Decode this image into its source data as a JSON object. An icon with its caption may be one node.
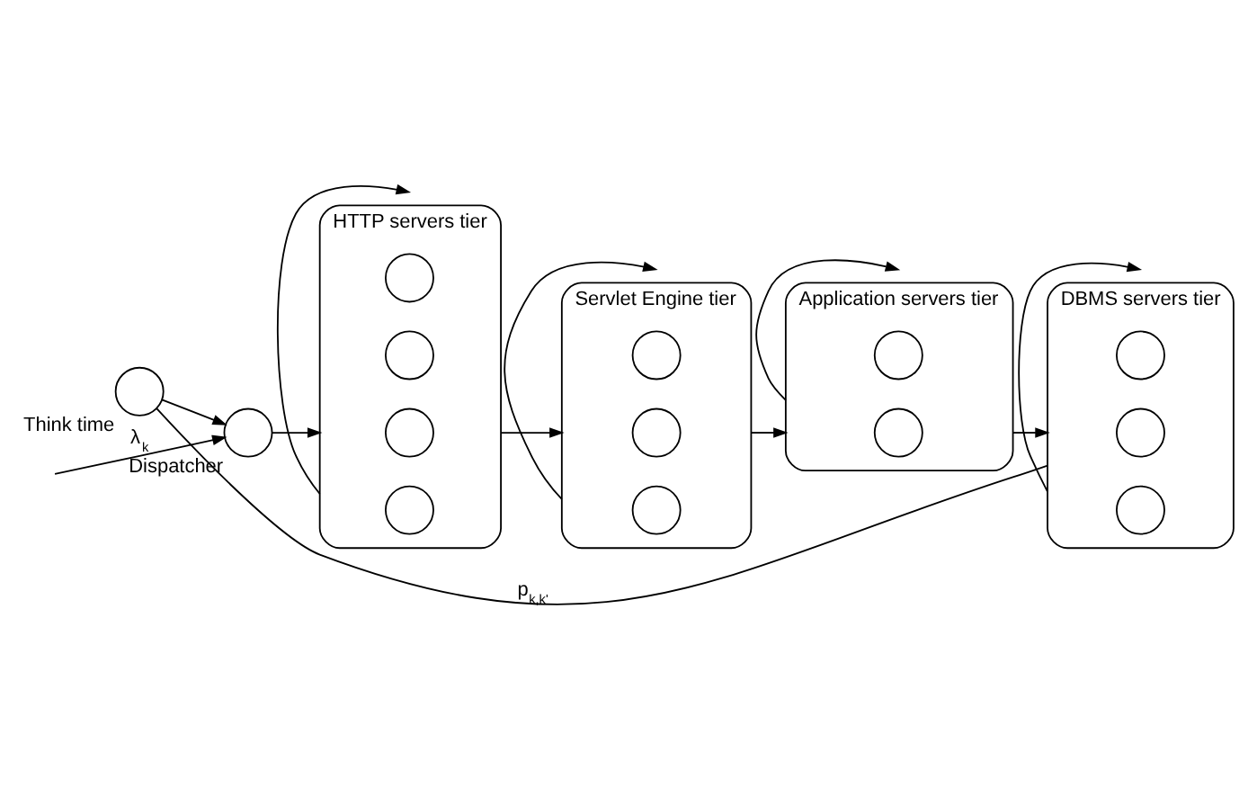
{
  "diagram": {
    "nodes": [
      {
        "text": [],
        "shape": "circle",
        "beside": [
          "Think time"
        ]
      },
      {
        "text": [],
        "shape": "circle",
        "beside": [
          "Dispatcher"
        ]
      },
      {
        "text": [
          "HTTP servers tier"
        ]
      },
      {
        "text": [],
        "shape": "circle",
        "in": 2
      },
      {
        "text": [],
        "shape": "circle",
        "in": 2
      },
      {
        "text": [],
        "shape": "circle",
        "in": 2
      },
      {
        "text": [],
        "shape": "circle",
        "in": 2
      },
      {
        "text": [
          "Servlet Engine tier"
        ]
      },
      {
        "text": [],
        "shape": "circle",
        "in": 7
      },
      {
        "text": [],
        "shape": "circle",
        "in": 7
      },
      {
        "text": [],
        "shape": "circle",
        "in": 7
      },
      {
        "text": [
          "Application servers tier"
        ]
      },
      {
        "text": [],
        "shape": "circle",
        "in": 11
      },
      {
        "text": [],
        "shape": "circle",
        "in": 11
      },
      {
        "text": [
          "DBMS servers tier"
        ]
      },
      {
        "text": [],
        "shape": "circle",
        "in": 14
      },
      {
        "text": [],
        "shape": "circle",
        "in": 14
      },
      {
        "text": [],
        "shape": "circle",
        "in": 14
      }
    ],
    "edges": [
      {
        "from": null,
        "to": 1,
        "arrow": "to",
        "label": "λ$_{k}$"
      },
      {
        "from": 1,
        "to": 2,
        "arrow": "to"
      },
      {
        "from": 2,
        "to": 7,
        "arrow": "to"
      },
      {
        "from": 2,
        "to": null,
        "arrow": "to"
      },
      {
        "from": 7,
        "to": 11,
        "arrow": "to"
      },
      {
        "from": 7,
        "to": null,
        "arrow": "to"
      },
      {
        "from": 11,
        "to": 14,
        "arrow": "to"
      },
      {
        "from": 11,
        "to": null,
        "arrow": "to"
      },
      {
        "from": 14,
        "to": null,
        "arrow": "to"
      },
      {
        "from": 14,
        "to": 0,
        "arrow": "none",
        "label": "p$_{k,k'}$"
      },
      {
        "from": 0,
        "to": 1,
        "arrow": "to"
      }
    ]
  }
}
